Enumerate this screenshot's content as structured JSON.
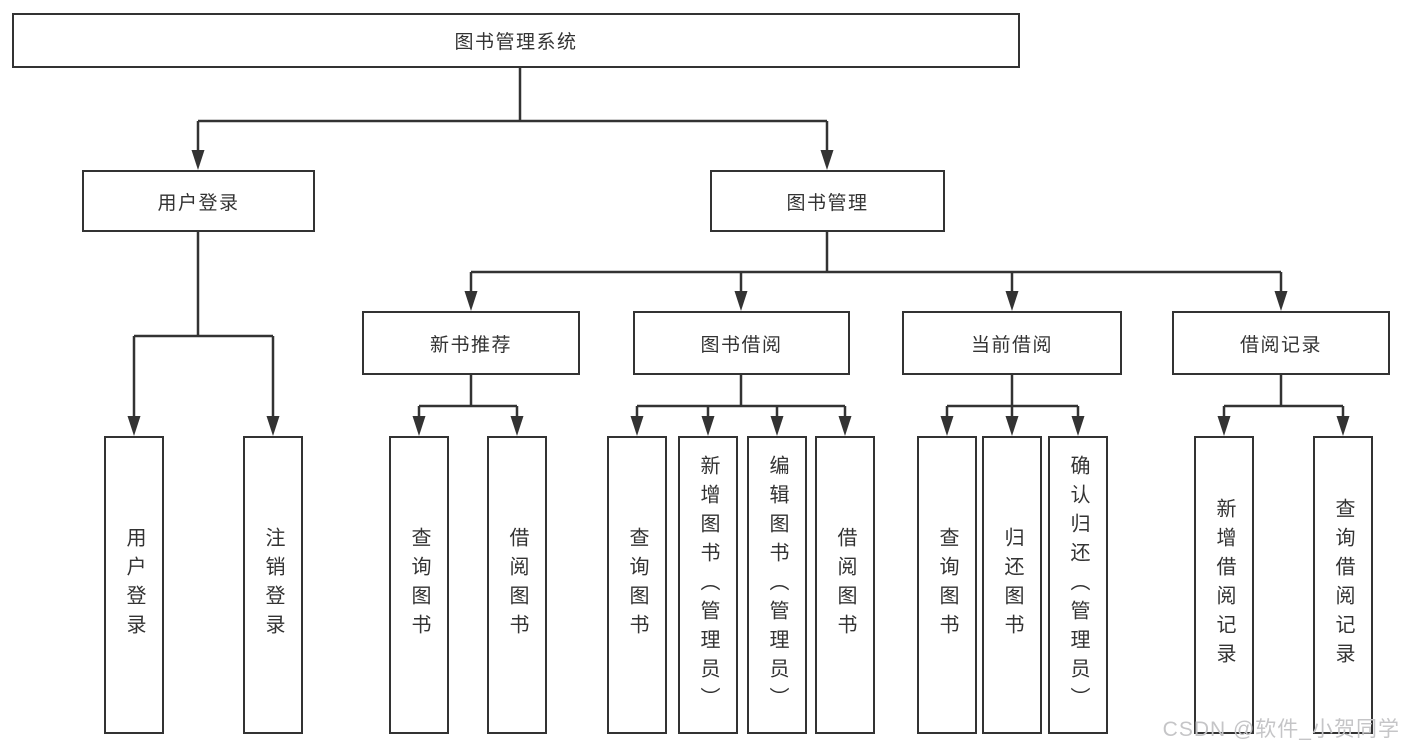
{
  "tree": {
    "root": {
      "label": "图书管理系统"
    },
    "branches": [
      {
        "label": "用户登录",
        "children": [
          {
            "label": "用户登录"
          },
          {
            "label": "注销登录"
          }
        ]
      },
      {
        "label": "图书管理",
        "groups": [
          {
            "label": "新书推荐",
            "children": [
              {
                "label": "查询图书"
              },
              {
                "label": "借阅图书"
              }
            ]
          },
          {
            "label": "图书借阅",
            "children": [
              {
                "label": "查询图书"
              },
              {
                "label": "新增图书（管理员）"
              },
              {
                "label": "编辑图书（管理员）"
              },
              {
                "label": "借阅图书"
              }
            ]
          },
          {
            "label": "当前借阅",
            "children": [
              {
                "label": "查询图书"
              },
              {
                "label": "归还图书"
              },
              {
                "label": "确认归还（管理员）"
              }
            ]
          },
          {
            "label": "借阅记录",
            "children": [
              {
                "label": "新增借阅记录"
              },
              {
                "label": "查询借阅记录"
              }
            ]
          }
        ]
      }
    ]
  },
  "watermark": {
    "text": "CSDN @软件_小贺同学"
  },
  "colors": {
    "line": "#333333",
    "box_border": "#333333",
    "box_fill": "#ffffff",
    "text": "#333333",
    "watermark": "#c5c5c7",
    "background": "#ffffff"
  }
}
